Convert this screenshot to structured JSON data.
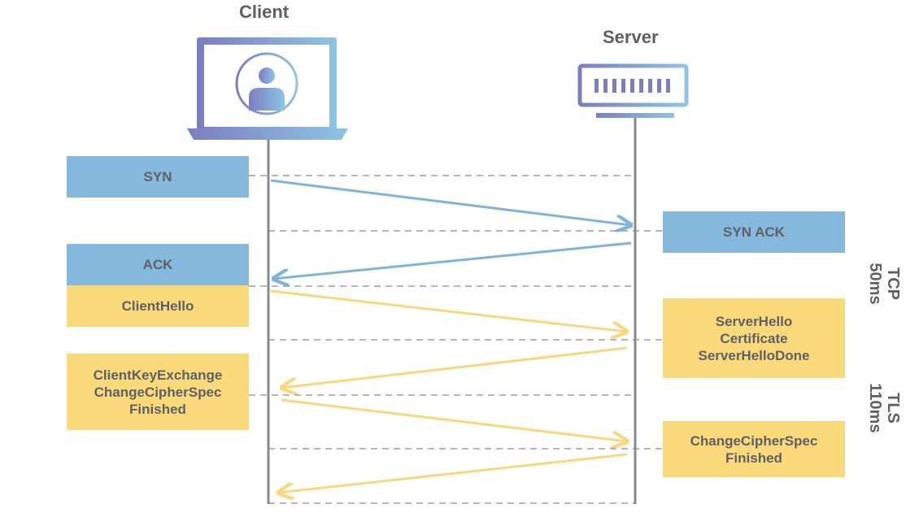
{
  "client": {
    "title": "Client"
  },
  "server": {
    "title": "Server"
  },
  "client_messages": {
    "syn": "SYN",
    "ack": "ACK",
    "client_hello": "ClientHello",
    "client_key_exchange": [
      "ClientKeyExchange",
      "ChangeCipherSpec",
      "Finished"
    ]
  },
  "server_messages": {
    "syn_ack": "SYN ACK",
    "server_hello": [
      "ServerHello",
      "Certificate",
      "ServerHelloDone"
    ],
    "change_cipher_spec": [
      "ChangeCipherSpec",
      "Finished"
    ]
  },
  "phases": {
    "tcp": {
      "name": "TCP",
      "duration": "50ms"
    },
    "tls": {
      "name": "TLS",
      "duration": "110ms"
    }
  },
  "colors": {
    "tcp": "#84b8dc",
    "tls": "#fad97a",
    "tcp_arrow": "#7fb3d9",
    "tls_arrow": "#f7d880",
    "lifeline": "#8a8a8a",
    "dash": "#8a8a8a",
    "text": "#5f6066",
    "icon_gradient_start": "#7b7ec0",
    "icon_gradient_end": "#8ec4e4"
  },
  "icons": {
    "client": "laptop-user-icon",
    "server": "server-rack-icon"
  }
}
